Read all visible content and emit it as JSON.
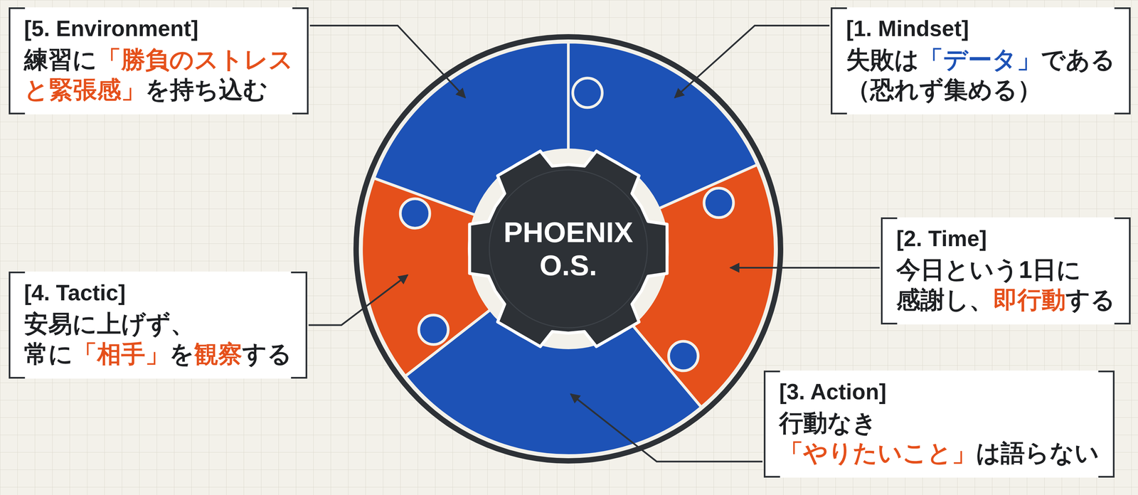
{
  "diagram": {
    "nodes": [
      {
        "text": [
          "[1. Mindset]",
          "失敗は「データ」である （恐れず集める）"
        ]
      },
      {
        "text": [
          "[2. Time]",
          "今日という1日に 感謝し、即行動する"
        ]
      },
      {
        "text": [
          "[3. Action]",
          "行動なき 「やりたいこと」は語らない"
        ]
      },
      {
        "text": [
          "[4. Tactic]",
          "安易に上げず、 常に「相手」を観察する"
        ]
      },
      {
        "text": [
          "[5. Environment]",
          "練習に「勝負のストレス と緊張感」を持ち込む"
        ]
      },
      {
        "text": [
          "PHOENIX O.S."
        ]
      }
    ]
  }
}
